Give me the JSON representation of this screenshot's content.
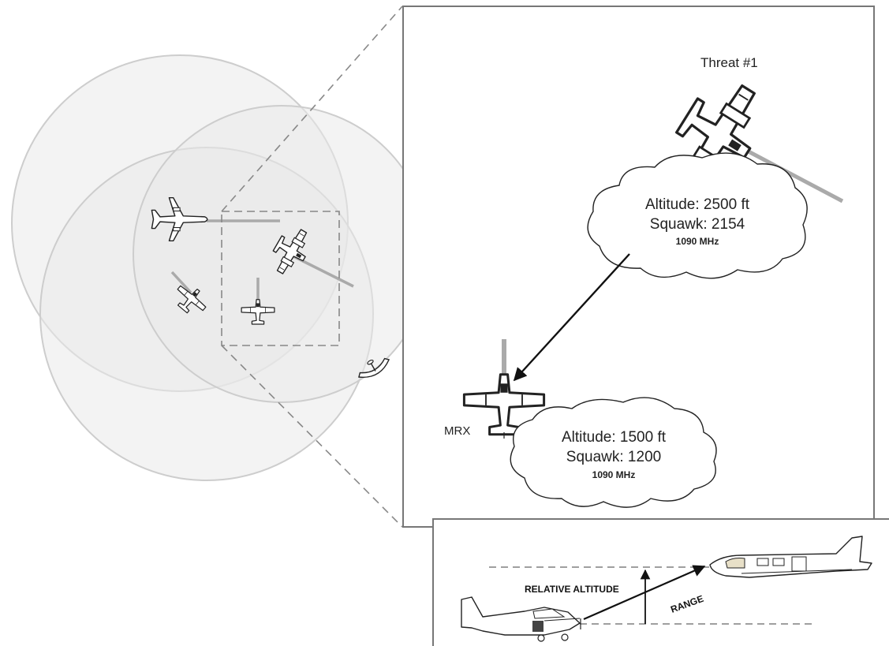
{
  "threat": {
    "name": "Threat #1",
    "altitude": "Altitude: 2500 ft",
    "squawk": "Squawk: 2154",
    "frequency": "1090 MHz"
  },
  "ownship": {
    "name": "MRX",
    "altitude": "Altitude: 1500 ft",
    "squawk": "Squawk: 1200",
    "frequency": "1090 MHz"
  },
  "side_view": {
    "relative_altitude_label": "RELATIVE ALTITUDE",
    "range_label": "RANGE"
  },
  "colors": {
    "range_circle": "#e6e6e6",
    "range_circle_stroke": "#cfcfcf",
    "track_line": "#aaaaaa",
    "frame": "#777777"
  }
}
